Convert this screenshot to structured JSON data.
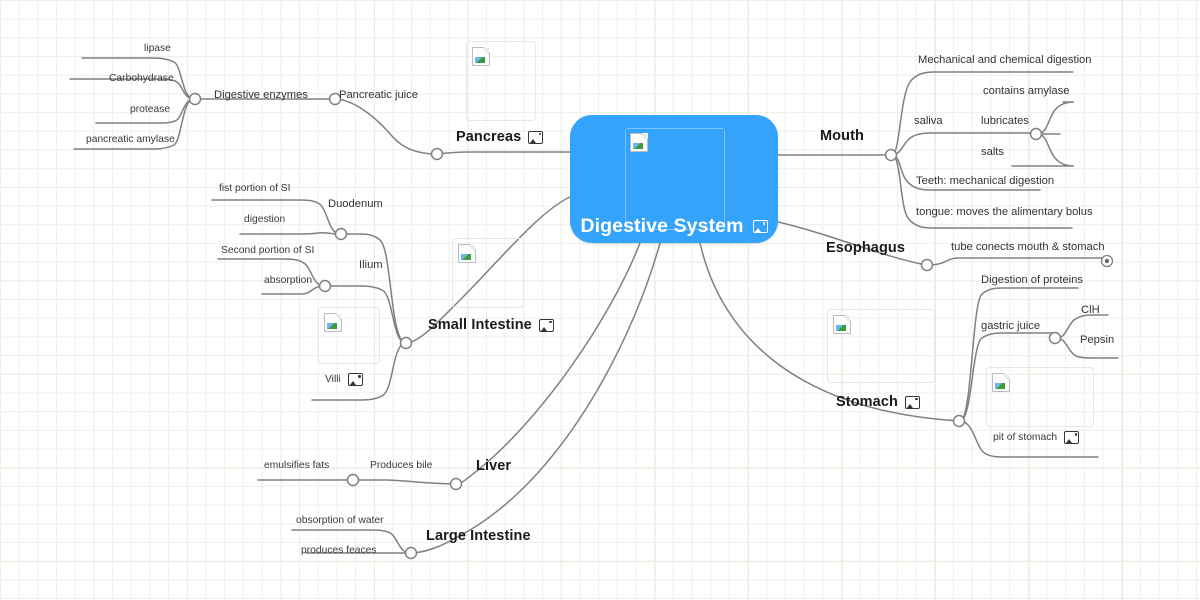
{
  "app": {
    "type": "mind-map",
    "background": "grid-paper"
  },
  "colors": {
    "central_node": "#33a3fc",
    "edge": "#808080",
    "grid_minor": "#eef0e6",
    "grid_major": "#e4e8d6",
    "text": "#2b2b2b"
  },
  "central": {
    "title": "Digestive System",
    "image_icon": "picture-icon",
    "image_placeholder": "broken-image"
  },
  "branches": {
    "mouth": {
      "label": "Mouth",
      "children": [
        {
          "label": "Mechanical and chemical digestion"
        },
        {
          "label": "saliva",
          "children": [
            {
              "label": "contains amylase"
            },
            {
              "label": "lubricates"
            },
            {
              "label": "salts"
            }
          ]
        },
        {
          "label": "Teeth: mechanical digestion"
        },
        {
          "label": "tongue: moves the alimentary bolus"
        }
      ]
    },
    "esophagus": {
      "label": "Esophagus",
      "children": [
        {
          "label": "tube conects  mouth & stomach"
        }
      ]
    },
    "stomach": {
      "label": "Stomach",
      "image_icon": "picture-icon",
      "image_placeholder": "broken-image",
      "children": [
        {
          "label": "Digestion of proteins"
        },
        {
          "label": "gastric juice",
          "children": [
            {
              "label": "ClH"
            },
            {
              "label": "Pepsin"
            }
          ]
        },
        {
          "label": "pit of stomach",
          "image_icon": "picture-icon",
          "image_placeholder": "broken-image"
        }
      ]
    },
    "pancreas": {
      "label": "Pancreas",
      "image_icon": "picture-icon",
      "image_placeholder": "broken-image",
      "children": [
        {
          "label": "Pancreatic juice",
          "children": [
            {
              "label": "Digestive enzymes",
              "children": [
                {
                  "label": "lipase"
                },
                {
                  "label": "Carbohydrase"
                },
                {
                  "label": "protease"
                },
                {
                  "label": "pancreatic amylase"
                }
              ]
            }
          ]
        }
      ]
    },
    "small_intestine": {
      "label": "Small Intestine",
      "image_icon": "picture-icon",
      "image_placeholder": "broken-image",
      "children": [
        {
          "label": "Duodenum",
          "children": [
            {
              "label": "fist portion of SI"
            },
            {
              "label": "digestion"
            }
          ]
        },
        {
          "label": "Ilium",
          "children": [
            {
              "label": "Second portion of SI"
            },
            {
              "label": "absorption"
            }
          ]
        },
        {
          "label": "Villi",
          "image_icon": "picture-icon",
          "image_placeholder": "broken-image"
        }
      ]
    },
    "liver": {
      "label": "Liver",
      "children": [
        {
          "label": "Produces bile",
          "children": [
            {
              "label": "emulsifies fats"
            }
          ]
        }
      ]
    },
    "large_intestine": {
      "label": "Large Intestine",
      "children": [
        {
          "label": "obsorption of water"
        },
        {
          "label": "produces feaces"
        }
      ]
    }
  }
}
